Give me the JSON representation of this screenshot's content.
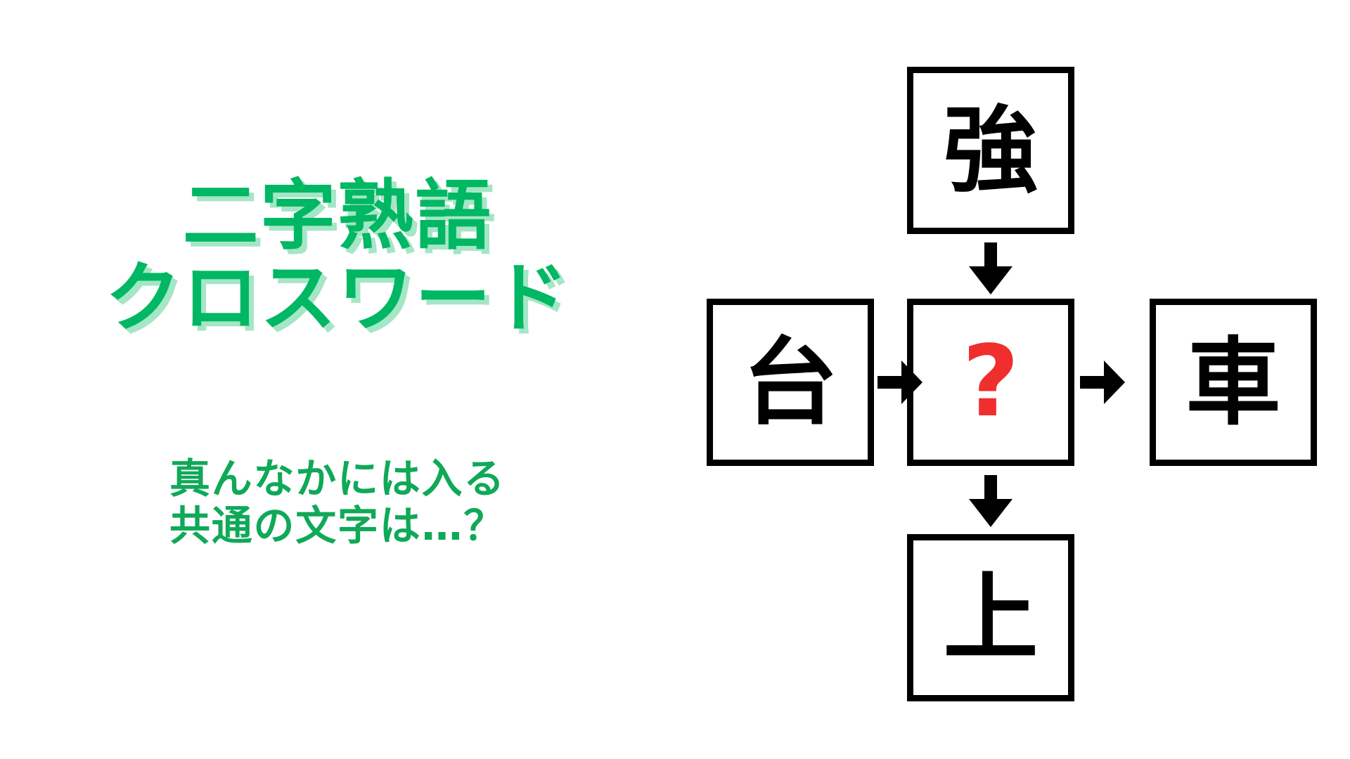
{
  "page": {
    "background_color": "#FFFFFF",
    "accent_green": "#00B763",
    "shadow_green": "#A4E6C6",
    "subtitle_green": "#0FA958",
    "unknown_red": "#F02E2E",
    "border_black": "#000000"
  },
  "title": {
    "line1": "二字熟語",
    "line2": "クロスワード"
  },
  "subtitle": {
    "line1": "真んなかには入る",
    "line2": "共通の文字は…？"
  },
  "puzzle": {
    "cells": {
      "top": {
        "label": "強",
        "state": "given"
      },
      "left": {
        "label": "台",
        "state": "given"
      },
      "center": {
        "label": "?",
        "state": "unknown"
      },
      "right": {
        "label": "車",
        "state": "given"
      },
      "bottom": {
        "label": "上",
        "state": "given"
      }
    },
    "arrows": [
      {
        "id": "top-to-center",
        "direction": "down",
        "from": "top",
        "to": "center"
      },
      {
        "id": "left-to-center",
        "direction": "right",
        "from": "left",
        "to": "center"
      },
      {
        "id": "center-to-right",
        "direction": "right",
        "from": "center",
        "to": "right"
      },
      {
        "id": "center-to-bottom",
        "direction": "down",
        "from": "center",
        "to": "bottom"
      }
    ]
  }
}
